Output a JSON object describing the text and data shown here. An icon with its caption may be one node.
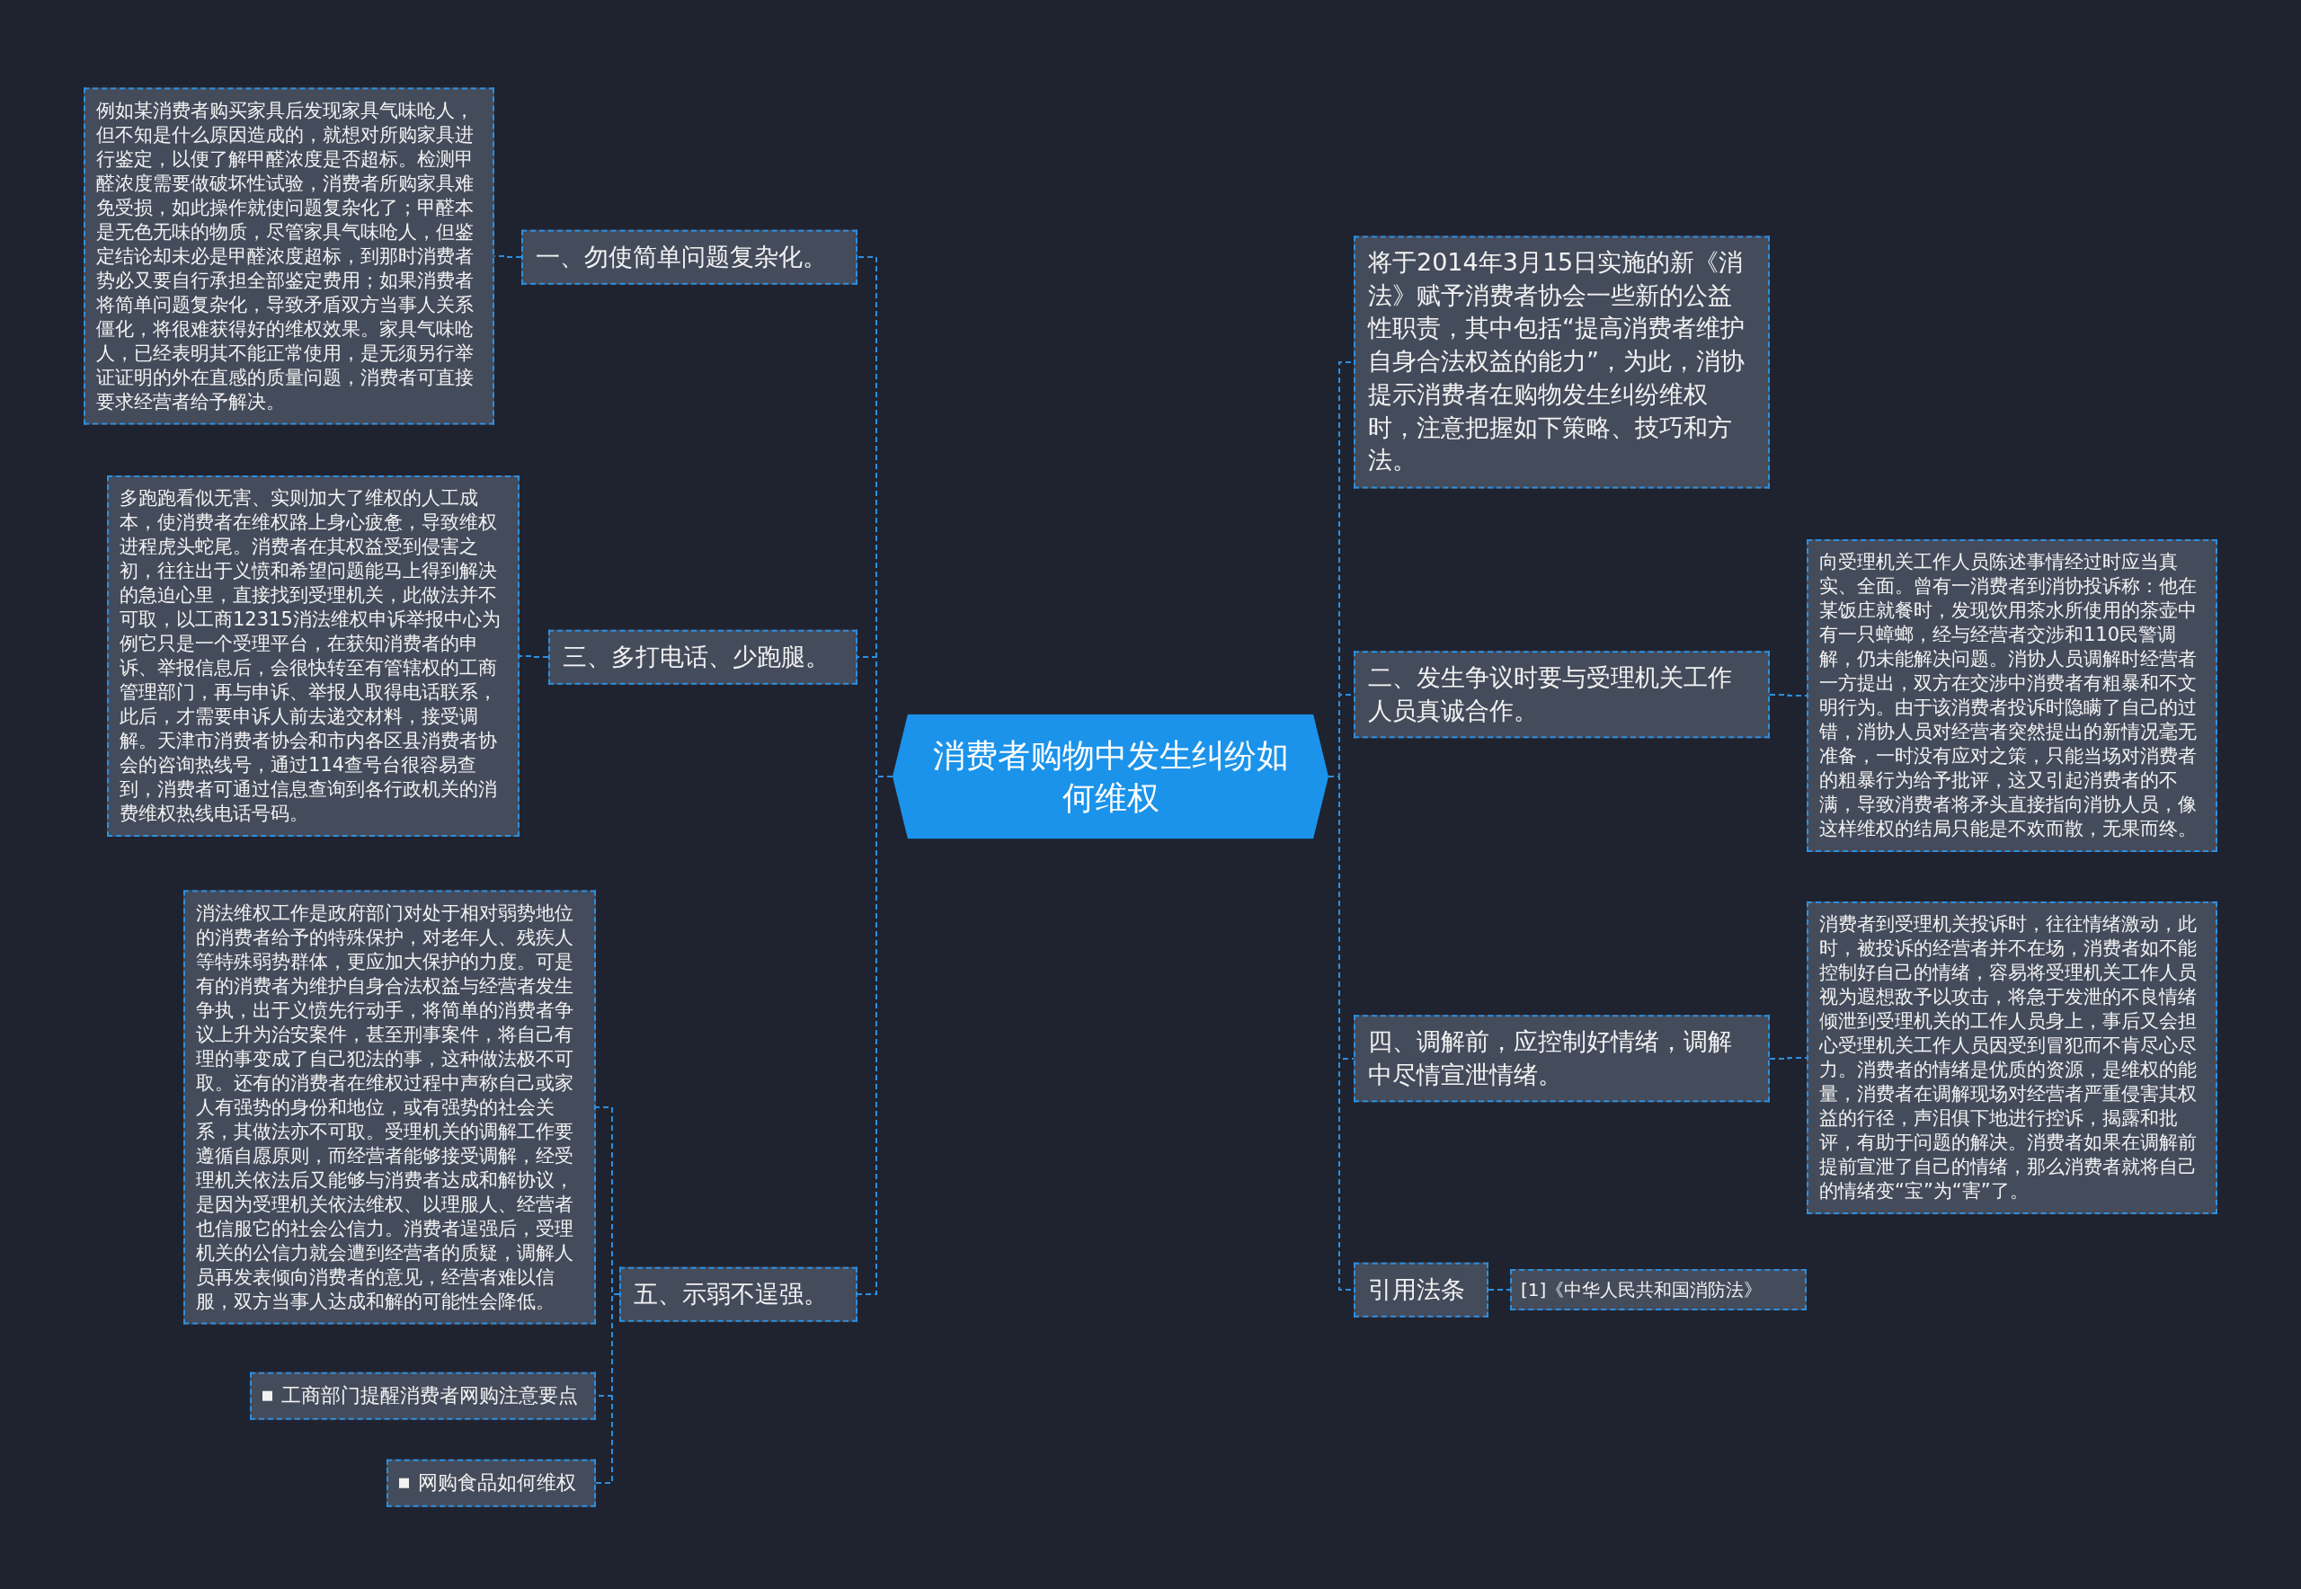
{
  "diagram": {
    "nodes": [
      {
        "text": [
          "消费者购物中发生纠纷如何维权"
        ]
      },
      {
        "text": [
          "将于2014年3月15日实施的新《消法》赋予消费者协会一些新的公益性职责，其中包括“提高消费者维护自身合法权益的能力”，为此，消协提示消费者在购物发生纠纷维权时，注意把握如下策略、技巧和方法。"
        ]
      },
      {
        "text": [
          "一、勿使简单问题复杂化。"
        ]
      },
      {
        "text": [
          "例如某消费者购买家具后发现家具气味呛人，但不知是什么原因造成的，就想对所购家具进行鉴定，以便了解甲醛浓度是否超标。检测甲醛浓度需要做破坏性试验，消费者所购家具难免受损，如此操作就使问题复杂化了；甲醛本是无色无味的物质，尽管家具气味呛人，但鉴定结论却未必是甲醛浓度超标，到那时消费者势必又要自行承担全部鉴定费用；如果消费者将简单问题复杂化，导致矛盾双方当事人关系僵化，将很难获得好的维权效果。家具气味呛人，已经表明其不能正常使用，是无须另行举证证明的外在直感的质量问题，消费者可直接要求经营者给予解决。"
        ]
      },
      {
        "text": [
          "二、发生争议时要与受理机关工作人员真诚合作。"
        ]
      },
      {
        "text": [
          "向受理机关工作人员陈述事情经过时应当真实、全面。曾有一消费者到消协投诉称：他在某饭庄就餐时，发现饮用茶水所使用的茶壶中有一只蟑螂，经与经营者交涉和110民警调解，仍未能解决问题。消协人员调解时经营者一方提出，双方在交涉中消费者有粗暴和不文明行为。由于该消费者投诉时隐瞒了自己的过错，消协人员对经营者突然提出的新情况毫无准备，一时没有应对之策，只能当场对消费者的粗暴行为给予批评，这又引起消费者的不满，导致消费者将矛头直接指向消协人员，像这样维权的结局只能是不欢而散，无果而终。"
        ]
      },
      {
        "text": [
          "三、多打电话、少跑腿。"
        ]
      },
      {
        "text": [
          "多跑跑看似无害、实则加大了维权的人工成本，使消费者在维权路上身心疲惫，导致维权进程虎头蛇尾。消费者在其权益受到侵害之初，往往出于义愤和希望问题能马上得到解决的急迫心里，直接找到受理机关，此做法并不可取，以工商12315消法维权申诉举报中心为例它只是一个受理平台，在获知消费者的申诉、举报信息后，会很快转至有管辖权的工商管理部门，再与申诉、举报人取得电话联系，此后，才需要申诉人前去递交材料，接受调解。天津市消费者协会和市内各区县消费者协会的咨询热线号，通过114查号台很容易查到，消费者可通过信息查询到各行政机关的消费维权热线电话号码。"
        ]
      },
      {
        "text": [
          "四、调解前，应控制好情绪，调解中尽情宣泄情绪。"
        ]
      },
      {
        "text": [
          "消费者到受理机关投诉时，往往情绪激动，此时，被投诉的经营者并不在场，消费者如不能控制好自己的情绪，容易将受理机关工作人员视为遐想敌予以攻击，将急于发泄的不良情绪倾泄到受理机关的工作人员身上，事后又会担心受理机关工作人员因受到冒犯而不肯尽心尽力。消费者的情绪是优质的资源，是维权的能量，消费者在调解现场对经营者严重侵害其权益的行径，声泪俱下地进行控诉，揭露和批评，有助于问题的解决。消费者如果在调解前提前宣泄了自己的情绪，那么消费者就将自己的情绪变“宝”为“害”了。"
        ]
      },
      {
        "text": [
          "五、示弱不逞强。"
        ]
      },
      {
        "text": [
          "消法维权工作是政府部门对处于相对弱势地位的消费者给予的特殊保护，对老年人、残疾人等特殊弱势群体，更应加大保护的力度。可是有的消费者为维护自身合法权益与经营者发生争执，出于义愤先行动手，将简单的消费者争议上升为治安案件，甚至刑事案件，将自己有理的事变成了自己犯法的事，这种做法极不可取。还有的消费者在维权过程中声称自己或家人有强势的身份和地位，或有强势的社会关系，其做法亦不可取。受理机关的调解工作要遵循自愿原则，而经营者能够接受调解，经受理机关依法后又能够与消费者达成和解协议，是因为受理机关依法维权、以理服人、经营者也信服它的社会公信力。消费者逞强后，受理机关的公信力就会遭到经营者的质疑，调解人员再发表倾向消费者的意见，经营者难以信服，双方当事人达成和解的可能性会降低。"
        ]
      },
      {
        "text": [
          "工商部门提醒消费者网购注意要点"
        ]
      },
      {
        "text": [
          "网购食品如何维权"
        ]
      },
      {
        "text": [
          "引用法条"
        ]
      },
      {
        "text": [
          "[1]《中华人民共和国消防法》"
        ]
      }
    ],
    "edges": [
      {
        "from": 0,
        "to": 1,
        "arrow": "none"
      },
      {
        "from": 0,
        "to": 2,
        "arrow": "none"
      },
      {
        "from": 2,
        "to": 3,
        "arrow": "none"
      },
      {
        "from": 0,
        "to": 4,
        "arrow": "none"
      },
      {
        "from": 4,
        "to": 5,
        "arrow": "none"
      },
      {
        "from": 0,
        "to": 6,
        "arrow": "none"
      },
      {
        "from": 6,
        "to": 7,
        "arrow": "none"
      },
      {
        "from": 0,
        "to": 8,
        "arrow": "none"
      },
      {
        "from": 8,
        "to": 9,
        "arrow": "none"
      },
      {
        "from": 0,
        "to": 10,
        "arrow": "none"
      },
      {
        "from": 10,
        "to": 11,
        "arrow": "none"
      },
      {
        "from": 10,
        "to": 12,
        "arrow": "none"
      },
      {
        "from": 10,
        "to": 13,
        "arrow": "none"
      },
      {
        "from": 0,
        "to": 14,
        "arrow": "none"
      },
      {
        "from": 14,
        "to": 15,
        "arrow": "none"
      }
    ]
  }
}
